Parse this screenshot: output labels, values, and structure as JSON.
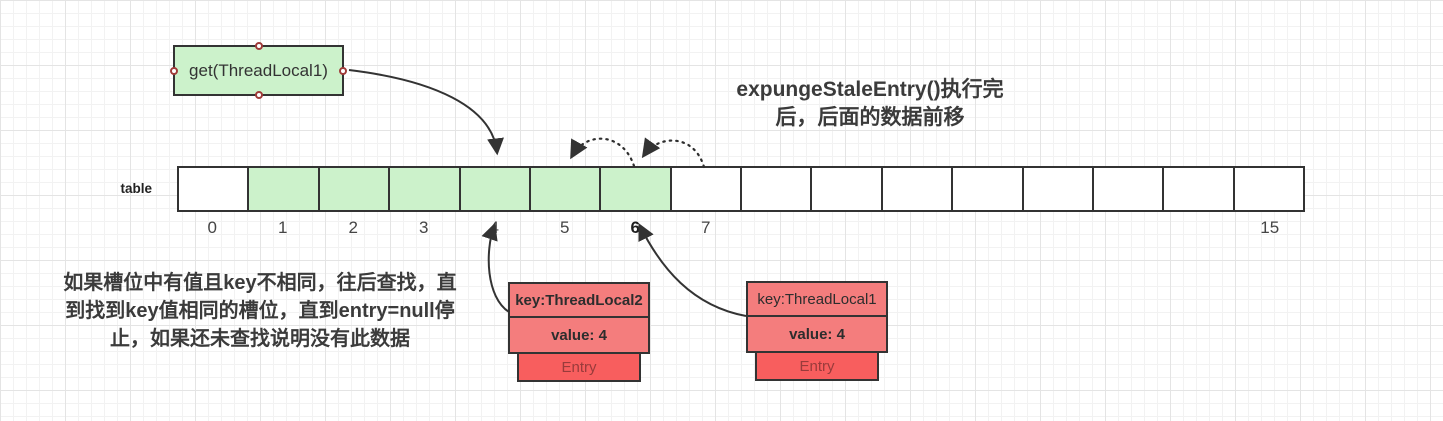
{
  "colors": {
    "cell_green": "#ccf2cb",
    "entry_pink": "#f47d7d",
    "entry_red": "#f85e5e",
    "entry_text_red": "#993b3b",
    "shape_border": "#333333",
    "handle_ring": "#a03c3a",
    "arrow": "#333333"
  },
  "get_box": {
    "label": "get(ThreadLocal1)"
  },
  "title": {
    "lines": [
      "expungeStaleEntry()执行完",
      "后，后面的数据前移"
    ]
  },
  "note": {
    "lines": [
      "如果槽位中有值且key不相同，往后查找，直",
      "到找到key值相同的槽位，直到entry=null停",
      "止，如果还未查找说明没有此数据"
    ]
  },
  "table": {
    "label": "table",
    "cells": [
      {
        "label": "0",
        "green": false,
        "bold": false
      },
      {
        "label": "1",
        "green": true,
        "bold": false
      },
      {
        "label": "2",
        "green": true,
        "bold": false
      },
      {
        "label": "3",
        "green": true,
        "bold": false
      },
      {
        "label": "4",
        "green": true,
        "bold": false
      },
      {
        "label": "5",
        "green": true,
        "bold": false
      },
      {
        "label": "6",
        "green": true,
        "bold": true
      },
      {
        "label": "7",
        "green": false,
        "bold": false
      },
      {
        "label": "",
        "green": false,
        "bold": false
      },
      {
        "label": "",
        "green": false,
        "bold": false
      },
      {
        "label": "",
        "green": false,
        "bold": false
      },
      {
        "label": "",
        "green": false,
        "bold": false
      },
      {
        "label": "",
        "green": false,
        "bold": false
      },
      {
        "label": "",
        "green": false,
        "bold": false
      },
      {
        "label": "",
        "green": false,
        "bold": false
      },
      {
        "label": "15",
        "green": false,
        "bold": false
      }
    ]
  },
  "entries": [
    {
      "key": "key:ThreadLocal2",
      "value": "value: 4",
      "entry": "Entry"
    },
    {
      "key": "key:ThreadLocal1",
      "value": "value: 4",
      "entry": "Entry"
    }
  ]
}
